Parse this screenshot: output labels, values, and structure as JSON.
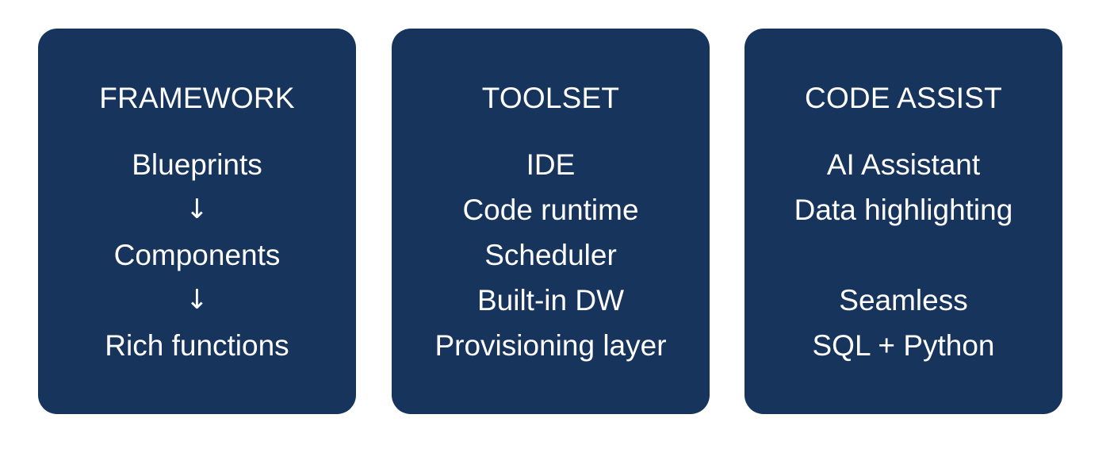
{
  "cards": [
    {
      "title": "FRAMEWORK",
      "items": [
        "Blueprints",
        "↓",
        "Components",
        "↓",
        "Rich functions"
      ]
    },
    {
      "title": "TOOLSET",
      "items": [
        "IDE",
        "Code runtime",
        "Scheduler",
        "Built-in DW",
        "Provisioning layer"
      ]
    },
    {
      "title": "CODE ASSIST",
      "items": [
        "AI Assistant",
        "Data highlighting",
        "",
        "Seamless",
        "SQL + Python"
      ]
    }
  ],
  "colors": {
    "card_background": "#17345d",
    "text": "#ffffff",
    "page_background": "#ffffff"
  }
}
